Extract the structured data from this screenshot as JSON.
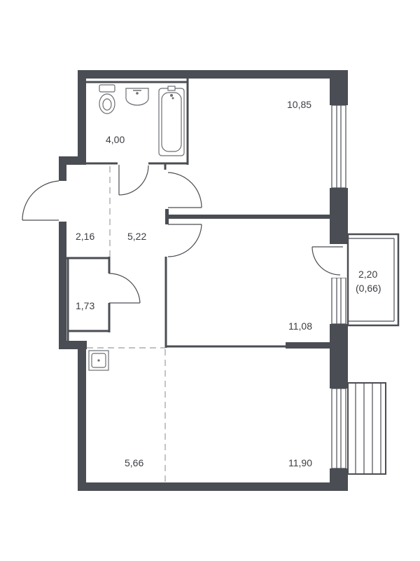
{
  "rooms": {
    "bathroom": "4,00",
    "bedroom_top": "10,85",
    "entry": "2,16",
    "hall": "5,22",
    "closet": "1,73",
    "balcony": "2,20",
    "balcony_reduced": "(0,66)",
    "bedroom_middle": "11,08",
    "kitchen": "5,66",
    "living": "11,90"
  },
  "colors": {
    "wall": "#4a4d53",
    "text": "#3b3d42"
  }
}
